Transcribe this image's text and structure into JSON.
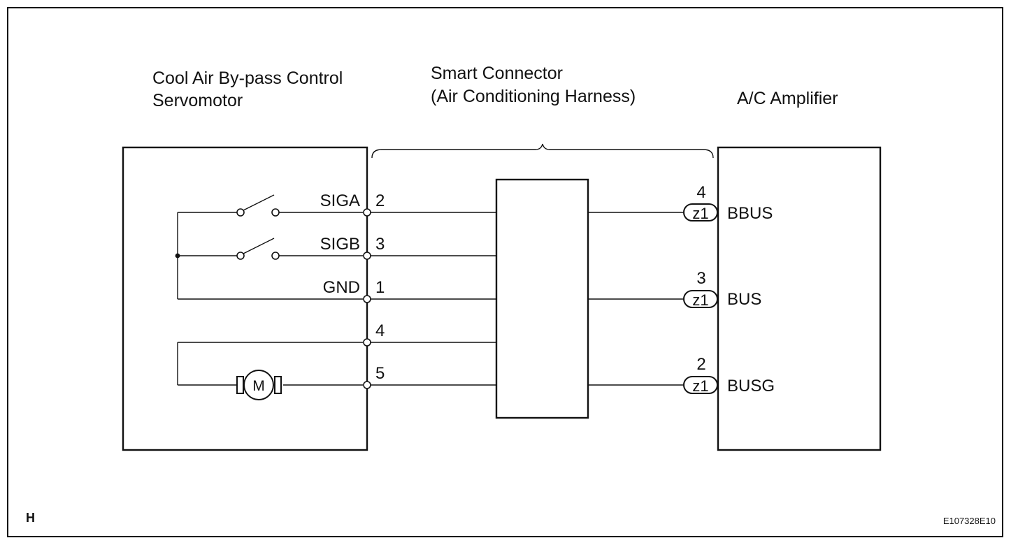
{
  "components": {
    "servomotor": {
      "label_line1": "Cool Air By-pass Control",
      "label_line2": "Servomotor"
    },
    "smart_connector": {
      "label_line1": "Smart Connector",
      "label_line2": "(Air Conditioning Harness)"
    },
    "amplifier": {
      "label": "A/C Amplifier"
    }
  },
  "servo_pins": [
    {
      "signal": "SIGA",
      "pin": "2"
    },
    {
      "signal": "SIGB",
      "pin": "3"
    },
    {
      "signal": "GND",
      "pin": "1"
    },
    {
      "signal": "",
      "pin": "4"
    },
    {
      "signal": "",
      "pin": "5"
    }
  ],
  "amp_pins": [
    {
      "pin": "4",
      "connector": "z1",
      "signal": "BBUS"
    },
    {
      "pin": "3",
      "connector": "z1",
      "signal": "BUS"
    },
    {
      "pin": "2",
      "connector": "z1",
      "signal": "BUSG"
    }
  ],
  "motor_symbol": "M",
  "corner_marker": "H",
  "figure_code": "E107328E10"
}
